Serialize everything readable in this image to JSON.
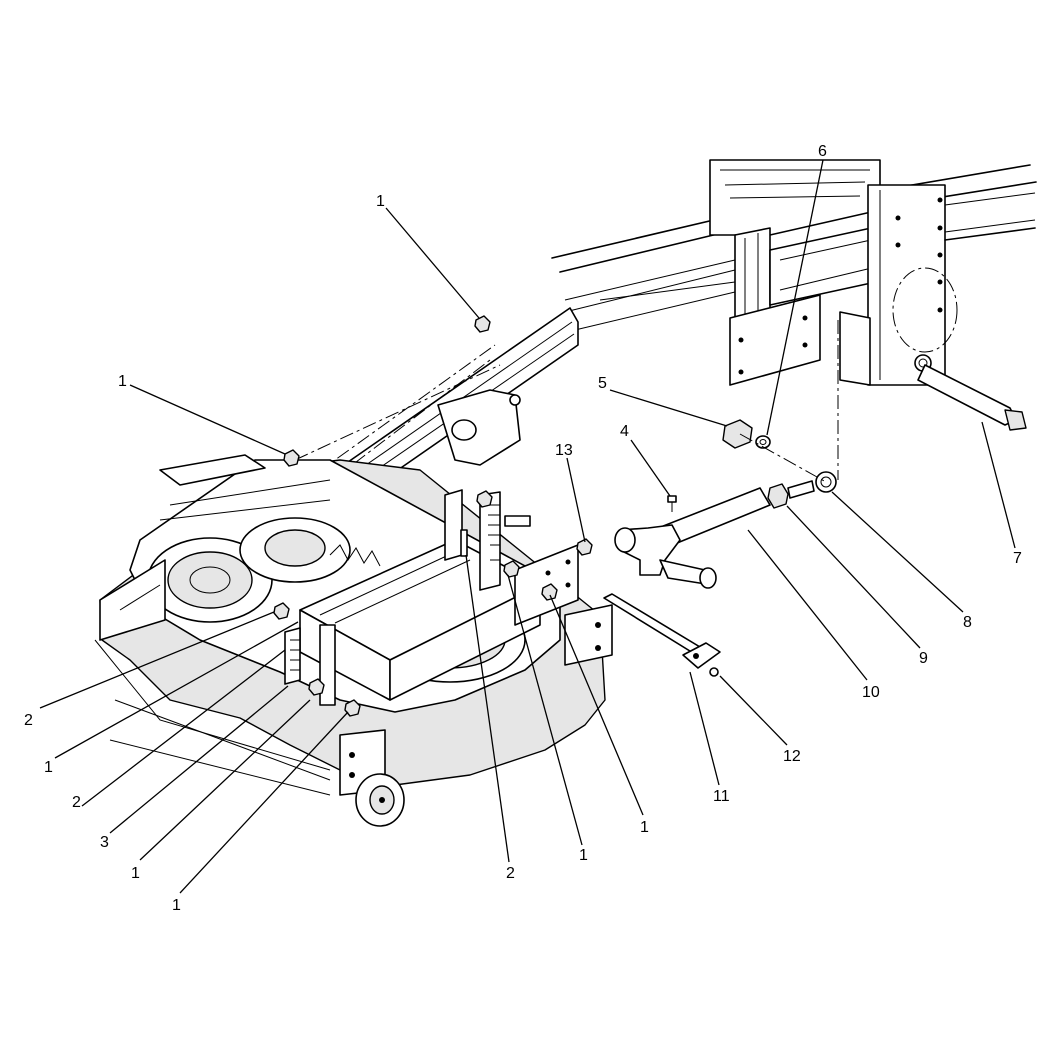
{
  "callouts": [
    {
      "id": "c1a",
      "label": "1"
    },
    {
      "id": "c1b",
      "label": "1"
    },
    {
      "id": "c2a",
      "label": "2"
    },
    {
      "id": "c1c",
      "label": "1"
    },
    {
      "id": "c2b",
      "label": "2"
    },
    {
      "id": "c3",
      "label": "3"
    },
    {
      "id": "c1d",
      "label": "1"
    },
    {
      "id": "c1e",
      "label": "1"
    },
    {
      "id": "c2c",
      "label": "2"
    },
    {
      "id": "c1f",
      "label": "1"
    },
    {
      "id": "c1g",
      "label": "1"
    },
    {
      "id": "c13",
      "label": "13"
    },
    {
      "id": "c4",
      "label": "4"
    },
    {
      "id": "c5",
      "label": "5"
    },
    {
      "id": "c6",
      "label": "6"
    },
    {
      "id": "c7",
      "label": "7"
    },
    {
      "id": "c8",
      "label": "8"
    },
    {
      "id": "c9",
      "label": "9"
    },
    {
      "id": "c10",
      "label": "10"
    },
    {
      "id": "c11",
      "label": "11"
    },
    {
      "id": "c12",
      "label": "12"
    }
  ]
}
